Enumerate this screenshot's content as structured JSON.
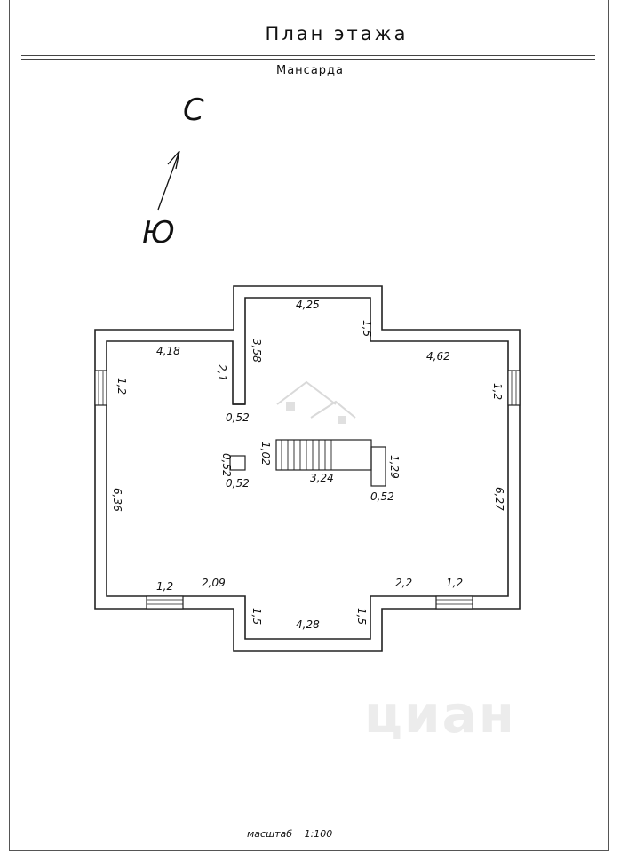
{
  "title": "План этажа",
  "subtitle": "Мансарда",
  "compass": {
    "north": "С",
    "south": "Ю"
  },
  "dims": {
    "top_wall": "4,25",
    "top_right_short": "1,5",
    "left_upper": "4,18",
    "right_upper": "4,62",
    "stub_height": "3,58",
    "stub_short": "2,1",
    "stub_width": "0,52",
    "left_window": "1,2",
    "right_window": "1,2",
    "column_h": "0,52",
    "column_w": "0,52",
    "stair_h": "1,02",
    "stair_len": "3,24",
    "landing_h": "1,29",
    "landing_w": "0,52",
    "left_side": "6,36",
    "right_side": "6,27",
    "bottom_left_window": "1,2",
    "bottom_left_wall": "2,09",
    "bottom_right_wall": "2,2",
    "bottom_right_window": "1,2",
    "bottom_left_short": "1,5",
    "bottom_right_short": "1,5",
    "bottom_wall": "4,28"
  },
  "scale": {
    "label": "масштаб",
    "value": "1:100"
  },
  "watermark": "циан"
}
